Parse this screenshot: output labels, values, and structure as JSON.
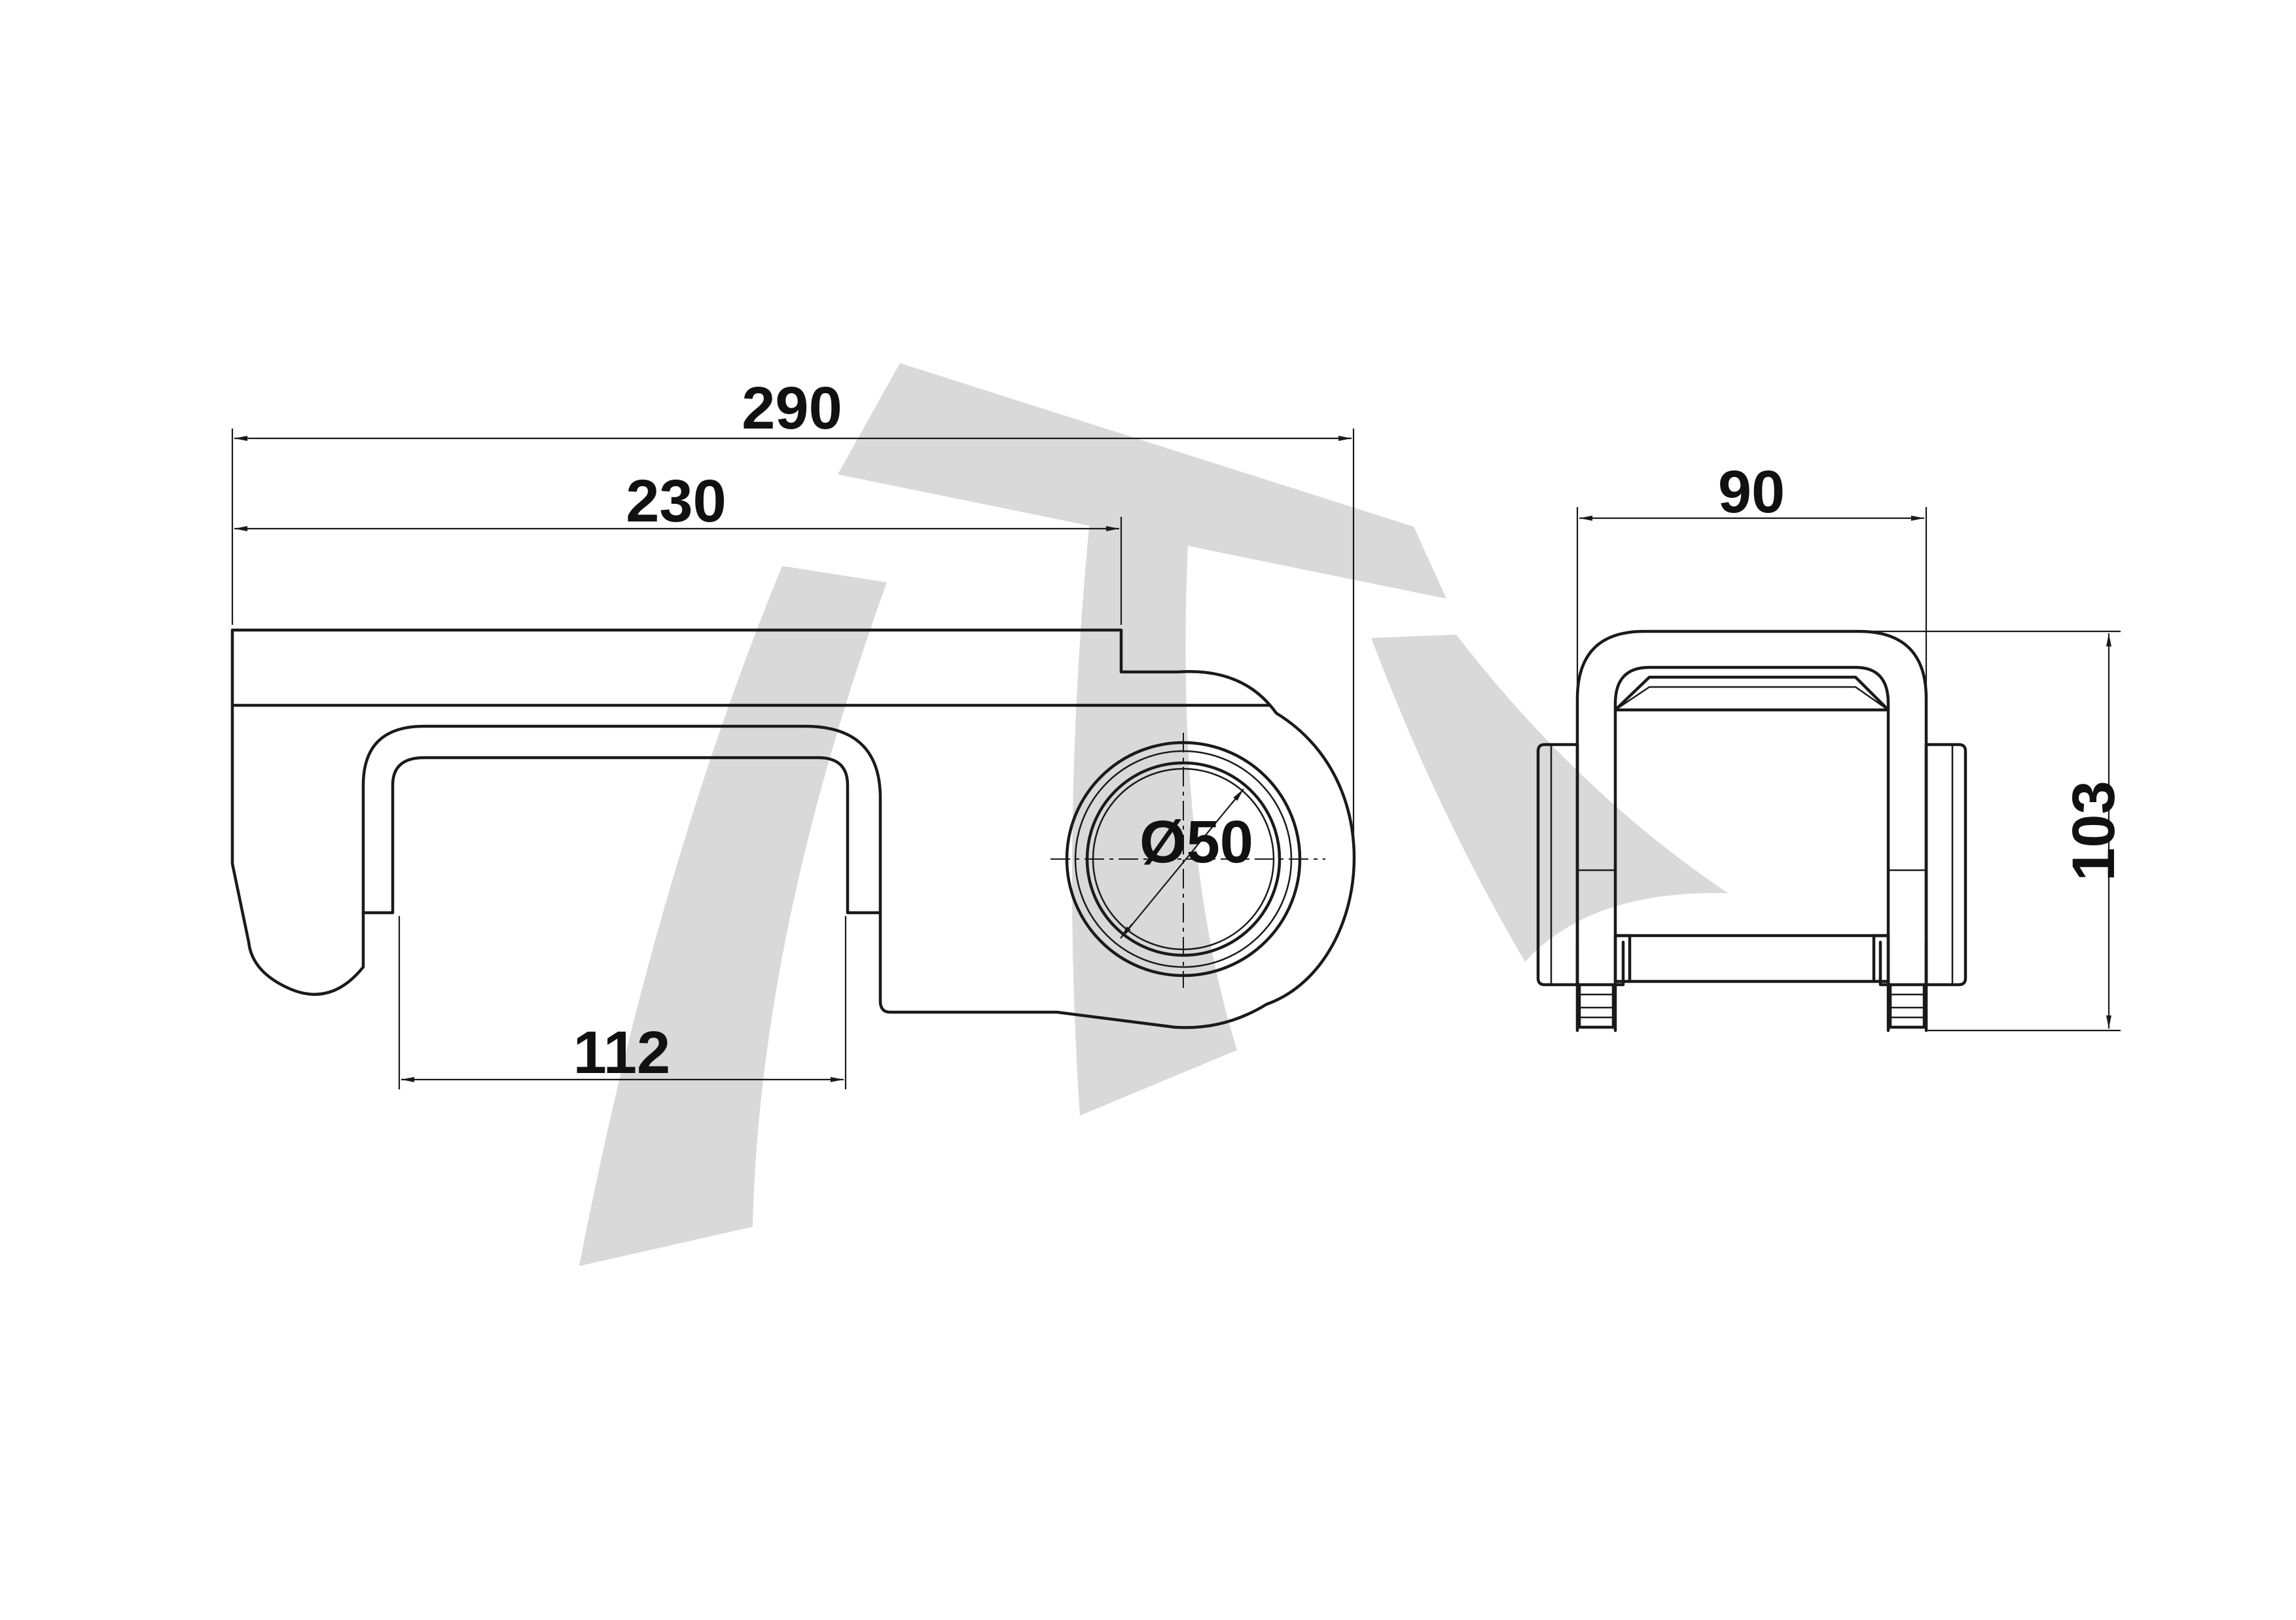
{
  "colors": {
    "line": "#1a1a1a",
    "watermark": "#d9d9d9",
    "background": "#ffffff"
  },
  "dimensions": {
    "overall_length": "290",
    "length_to_step": "230",
    "slot_width": "112",
    "bore_diameter": "Ø50",
    "side_width": "90",
    "side_height": "103"
  },
  "watermark": {
    "name": "logo-watermark"
  }
}
